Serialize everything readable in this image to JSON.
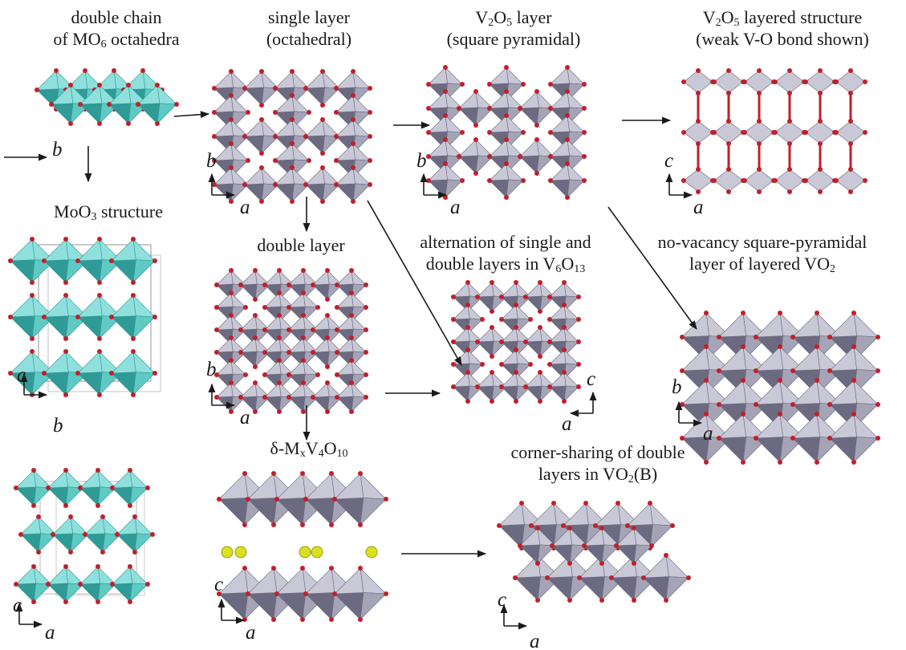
{
  "labels": {
    "double_chain_1": "double chain",
    "double_chain_2_pre": "of MO",
    "double_chain_2_sub": "6",
    "double_chain_2_post": " octahedra",
    "moo3_pre": "MoO",
    "moo3_sub": "3",
    "moo3_post": " structure",
    "single_layer_1": "single layer",
    "single_layer_2": "(octahedral)",
    "double_layer": "double layer",
    "delta_pre": "δ-M",
    "delta_sub1": "x",
    "delta_mid": "V",
    "delta_sub2": "4",
    "delta_mid2": "O",
    "delta_sub3": "10",
    "v2o5_layer_v": "V",
    "v2o5_layer_sub1": "2",
    "v2o5_layer_o": "O",
    "v2o5_layer_sub2": "5",
    "v2o5_layer_post": " layer",
    "v2o5_layer_2": "(square pyramidal)",
    "v2o5_struct_v": "V",
    "v2o5_struct_sub1": "2",
    "v2o5_struct_o": "O",
    "v2o5_struct_sub2": "5",
    "v2o5_struct_post": " layered structure",
    "v2o5_struct_2": "(weak V-O bond shown)",
    "alternation_1": "alternation of single and",
    "alternation_2_pre": "double layers in V",
    "alternation_2_sub1": "6",
    "alternation_2_o": "O",
    "alternation_2_sub2": "13",
    "novacancy_1": "no-vacancy square-pyramidal",
    "novacancy_2_pre": "layer of  layered VO",
    "novacancy_2_sub": "2",
    "corner_1": "corner-sharing of double",
    "corner_2_pre": "layers in VO",
    "corner_2_sub": "2",
    "corner_2_post": "(B)"
  },
  "axes": {
    "b": "b",
    "c": "c",
    "a": "a"
  },
  "colors": {
    "cyan": "#5fc9c4",
    "cyan_dark": "#2f9a96",
    "grey": "#a5a4b6",
    "grey_dark": "#6c6a80",
    "grey_light": "#c9c8d6",
    "oxygen": "#c0202a",
    "cation": "#d9e020",
    "arrow": "#1a1a1a"
  }
}
